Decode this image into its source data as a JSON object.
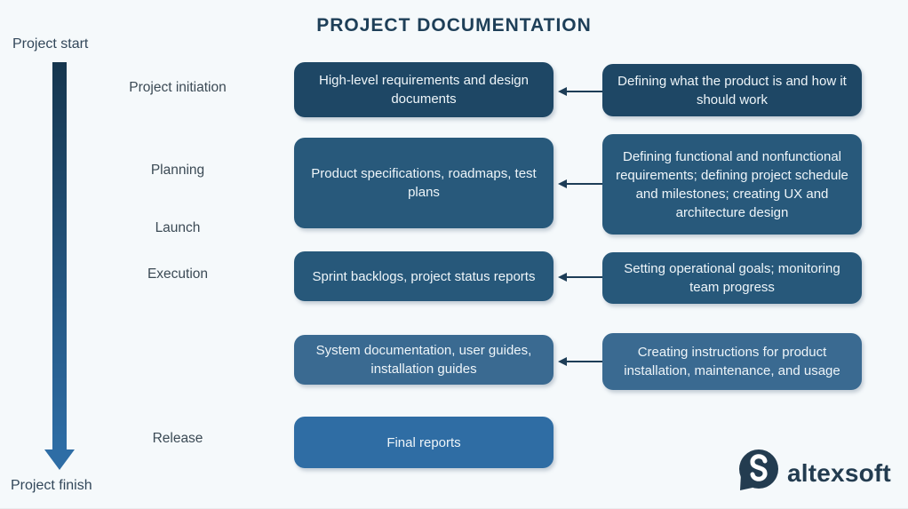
{
  "title": "PROJECT DOCUMENTATION",
  "colors": {
    "background": "#f5f9fb",
    "title": "#1e3f58",
    "phase_label": "#3b4a55",
    "timeline_label": "#32475a",
    "timeline_arrow_top": "#16364e",
    "timeline_arrow_bottom": "#2e6da5",
    "connector": "#1d3d57",
    "box_text": "#eef5f9",
    "logo": "#233c50"
  },
  "timeline": {
    "start_label": "Project start",
    "finish_label": "Project finish"
  },
  "phases": [
    {
      "label": "Project initiation"
    },
    {
      "label": "Planning"
    },
    {
      "label": "Launch"
    },
    {
      "label": "Execution"
    },
    {
      "label": "Release"
    }
  ],
  "rows": [
    {
      "document": "High-level requirements and design documents",
      "description": "Defining what the product is and how it should work",
      "color": "#1e4765"
    },
    {
      "document": "Product specifications, roadmaps, test plans",
      "description": "Defining functional and nonfunctional requirements; defining project schedule and milestones; creating UX and architecture design",
      "color": "#28597b"
    },
    {
      "document": "Sprint backlogs, project status reports",
      "description": "Setting operational goals; monitoring team progress",
      "color": "#27587a"
    },
    {
      "document": "System documentation, user guides, installation guides",
      "description": "Creating instructions for product installation, maintenance, and usage",
      "color": "#3a6a91"
    },
    {
      "document": "Final reports",
      "description": "",
      "color": "#2f6da4"
    }
  ],
  "logo": {
    "brand": "altexsoft"
  }
}
